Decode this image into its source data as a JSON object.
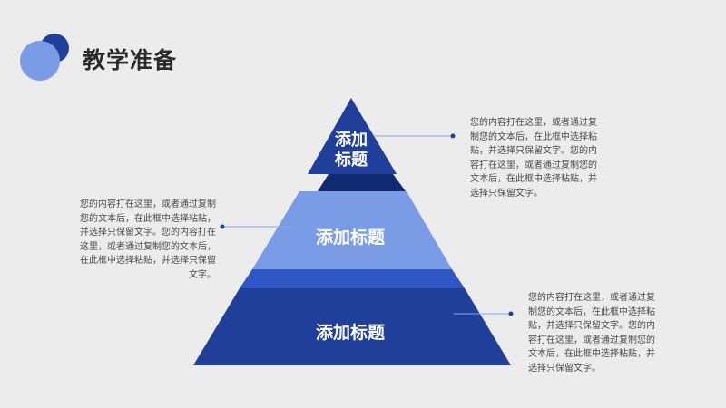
{
  "header": {
    "title": "教学准备"
  },
  "pyramid": {
    "tiers": [
      {
        "label": "添加\n标题",
        "color": "#1f3f9a"
      },
      {
        "label": "添加标题",
        "color": "#7a9be6"
      },
      {
        "label": "添加标题",
        "color": "#1f3f9a"
      }
    ],
    "connector_colors": {
      "dark": "#0f2a73",
      "mid": "#2f56c4"
    }
  },
  "descriptions": [
    {
      "text": "您的内容打在这里，或者通过复制您的文本后，在此框中选择粘贴，并选择只保留文字。您的内容打在这里，或者通过复制您的文本后，在此框中选择粘贴，并选择只保留文字。"
    },
    {
      "text": "您的内容打在这里，或者通过复制您的文本后，在此框中选择粘贴，并选择只保留文字。您的内容打在这里，或者通过复制您的文本后，在此框中选择粘贴，并选择只保留文字。"
    },
    {
      "text": "您的内容打在这里，或者通过复制您的文本后，在此框中选择粘贴，并选择只保留文字。您的内容打在这里，或者通过复制您的文本后，在此框中选择粘贴，并选择只保留文字。"
    }
  ]
}
